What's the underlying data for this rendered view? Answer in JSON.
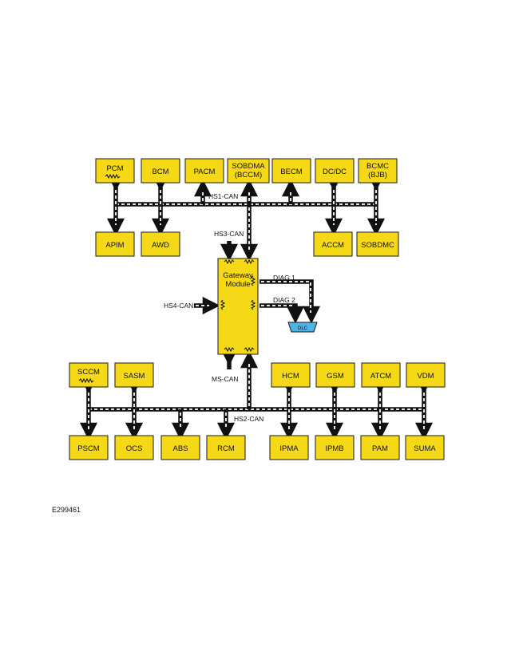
{
  "figure_id": "E299461",
  "buses": {
    "hs1": "HS1-CAN",
    "hs2": "HS2-CAN",
    "hs3": "HS3-CAN",
    "hs4": "HS4-CAN",
    "ms": "MS-CAN",
    "diag1": "DIAG 1",
    "diag2": "DIAG 2"
  },
  "gateway": {
    "line1": "Gateway",
    "line2": "Module"
  },
  "dlc": "DLC",
  "modules": {
    "pcm": "PCM",
    "bcm": "BCM",
    "pacm": "PACM",
    "sobdma_1": "SOBDMA",
    "sobdma_2": "(BCCM)",
    "becm": "BECM",
    "dcdc": "DC/DC",
    "bcmc_1": "BCMC",
    "bcmc_2": "(BJB)",
    "apim": "APIM",
    "awd": "AWD",
    "accm": "ACCM",
    "sobdmc": "SOBDMC",
    "sccm": "SCCM",
    "sasm": "SASM",
    "hcm": "HCM",
    "gsm": "GSM",
    "atcm": "ATCM",
    "vdm": "VDM",
    "pscm": "PSCM",
    "ocs": "OCS",
    "abs": "ABS",
    "rcm": "RCM",
    "ipma": "IPMA",
    "ipmb": "IPMB",
    "pam": "PAM",
    "suma": "SUMA"
  },
  "colors": {
    "module_fill": "#f5d916",
    "dlc_fill": "#4fb3e3",
    "bus": "#111111"
  }
}
